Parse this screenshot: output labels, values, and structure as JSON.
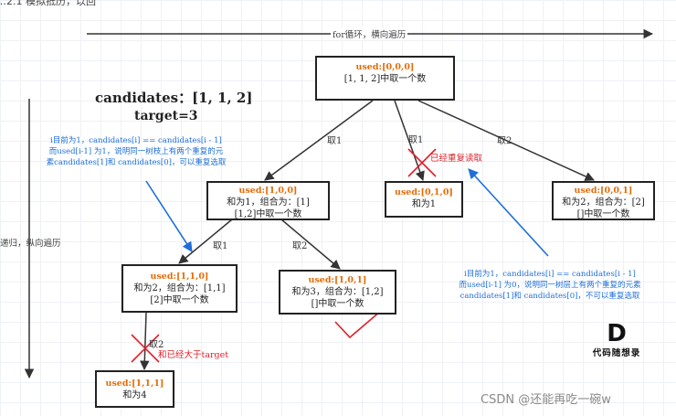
{
  "partial_top_text": "…2.1 模拟抵历，以回",
  "header": {
    "top_caption": "for循环，横向遍历",
    "left_caption": "递归，纵向遍历"
  },
  "problem": {
    "candidates_label": "candidates：[1, 1, 2]",
    "target_label": "target=3"
  },
  "nodes": {
    "root": {
      "used": "used:[0,0,0]",
      "lines": [
        "[1, 1, 2]中取一个数"
      ]
    },
    "n100": {
      "used": "used:[1,0,0]",
      "lines": [
        "和为1，组合为：[1]",
        "[1,2]中取一个数"
      ]
    },
    "n010": {
      "used": "used:[0,1,0]",
      "lines": [
        "和为1"
      ]
    },
    "n001": {
      "used": "used:[0,0,1]",
      "lines": [
        "和为2，组合为：[2]",
        "[]中取一个数"
      ]
    },
    "n110": {
      "used": "used:[1,1,0]",
      "lines": [
        "和为2，组合为：[1,1]",
        "[2]中取一个数"
      ]
    },
    "n101": {
      "used": "used:[1,0,1]",
      "lines": [
        "和为3，组合为：[1,2]",
        "[]中取一个数"
      ]
    },
    "n111": {
      "used": "used:[1,1,1]",
      "lines": [
        "和为4"
      ]
    }
  },
  "edge_labels": {
    "root_to_n100": "取1",
    "root_to_n010": "取1",
    "root_to_n001": "取2",
    "n100_to_n110": "取1",
    "n100_to_n101": "取2",
    "n110_to_n111": "取2"
  },
  "notes": {
    "left_blue": [
      "i目前为1，candidates[i] == candidates[i - 1]",
      "而used[i-1] 为1，说明同一树枝上有两个重复的元",
      "素candidates[1]和 candidates[0]，可以重复选取"
    ],
    "right_blue": [
      "i目前为1，candidates[i] == candidates[i - 1]",
      "而used[i-1] 为0，说明同一树层上有两个重复的元素",
      "candidates[1]和 candidates[0]，不可以重复选取"
    ],
    "red_duplicate": "已经重复读取",
    "red_over_target": "和已经大于target"
  },
  "logo": {
    "mark": "D",
    "text": "代码随想录"
  },
  "watermark": "CSDN @还能再吃一碗w",
  "colors": {
    "used_text": "#e36c09",
    "note_blue": "#1f6fd8",
    "mark_red": "#e0202a",
    "box_border": "#222222"
  }
}
